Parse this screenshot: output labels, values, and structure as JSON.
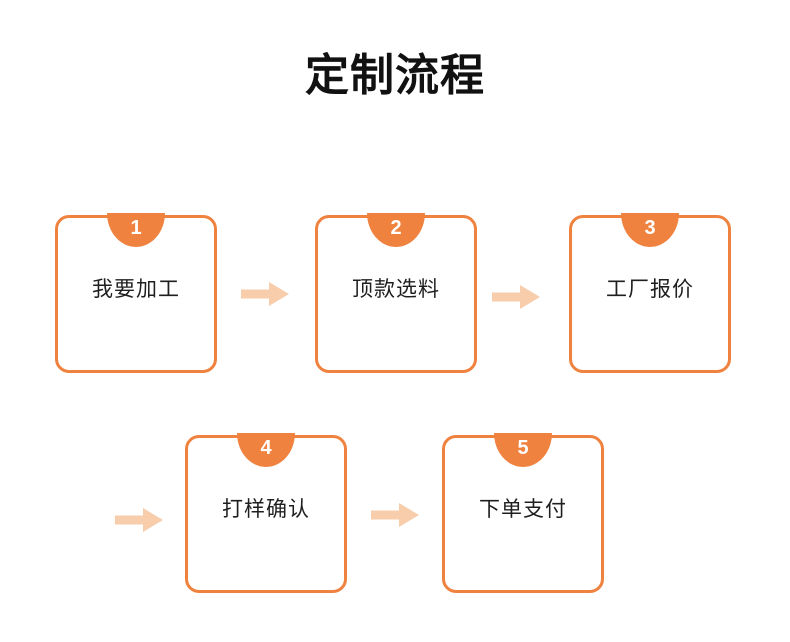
{
  "title": "定制流程",
  "colors": {
    "accent_orange": "#F0823F",
    "arrow_peach": "#F7CDAB",
    "title_text": "#111111",
    "step_text": "#1F1F1F",
    "badge_number": "#FFFFFF",
    "background": "#FFFFFF"
  },
  "icons": {
    "arrow_right": "solid right arrow (rectangle shaft + triangle head)"
  },
  "steps": [
    {
      "number": "1",
      "label": "我要加工"
    },
    {
      "number": "2",
      "label": "顶款选料"
    },
    {
      "number": "3",
      "label": "工厂报价"
    },
    {
      "number": "4",
      "label": "打样确认"
    },
    {
      "number": "5",
      "label": "下单支付"
    }
  ]
}
